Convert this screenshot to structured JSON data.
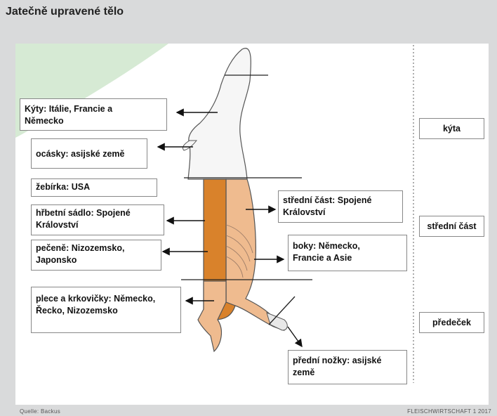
{
  "title": "Jatečně upravené tělo",
  "labels": {
    "kyty": "Kýty: Itálie, Francie a\nNěmecko",
    "ocasky": "ocásky: asijské země",
    "zebirka": "žebírka: USA",
    "hrbetni": "hřbetní sádlo: Spojené\nKrálovství",
    "pecene": "pečeně: Nizozemsko,\nJaponsko",
    "plece": "plece a krkovičky: Německo,\nŘecko, Nizozemsko",
    "stredni": "střední část: Spojené\nKrálovství",
    "boky": "boky: Německo,\nFrancie a Asie",
    "nozky": "přední nožky: asijské\nzemě"
  },
  "segments": {
    "kyta": "kýta",
    "stredni": "střední část",
    "predecek": "předeček"
  },
  "footer": {
    "source": "Quelle: Backus",
    "publication": "FLEISCHWIRTSCHAFT 1 2017"
  },
  "colors": {
    "loin": "#d9822b",
    "side": "#efbb8f",
    "bg_band": "#d2e8d2"
  }
}
